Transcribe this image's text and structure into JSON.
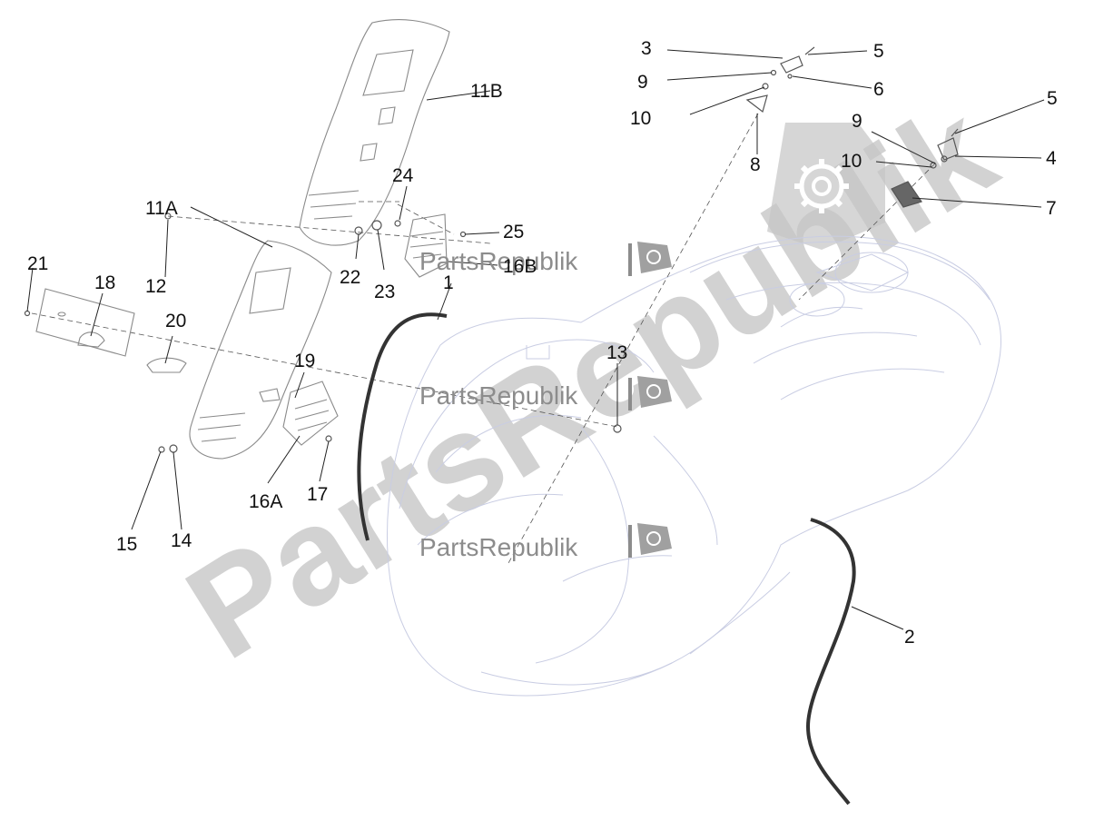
{
  "watermark": {
    "large_text": "PartsRepublik",
    "small_text": "PartsRepublik",
    "icon": "gear-icon"
  },
  "labels": {
    "l1": "1",
    "l2": "2",
    "l3": "3",
    "l4": "4",
    "l5a": "5",
    "l5b": "5",
    "l6": "6",
    "l7": "7",
    "l8": "8",
    "l9a": "9",
    "l9b": "9",
    "l10a": "10",
    "l10b": "10",
    "l11a": "11A",
    "l11b": "11B",
    "l12": "12",
    "l13": "13",
    "l14": "14",
    "l15": "15",
    "l16a": "16A",
    "l16b": "16B",
    "l17": "17",
    "l18": "18",
    "l19": "19",
    "l20": "20",
    "l21": "21",
    "l22": "22",
    "l23": "23",
    "l24": "24",
    "l25": "25"
  },
  "colors": {
    "line": "#222222",
    "part": "#8a8a8a",
    "body": "#c9cde3",
    "watermark": "#c4c4c4"
  }
}
